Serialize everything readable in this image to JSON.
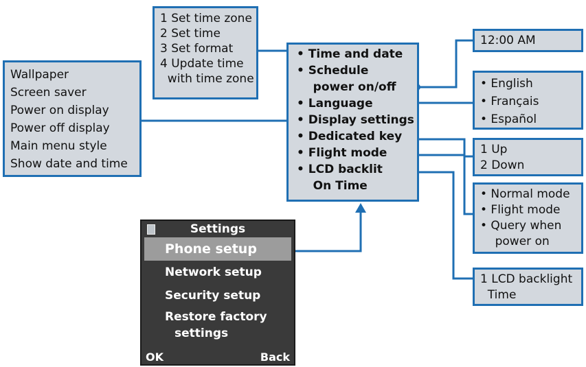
{
  "time_zone_box": {
    "lines": [
      "1 Set time zone",
      "2 Set time",
      "3 Set format",
      "4 Update time",
      "  with time zone"
    ]
  },
  "display_box": {
    "lines": [
      "Wallpaper",
      "Screen saver",
      "Power on display",
      "Power off display",
      "Main menu style",
      "Show date and time"
    ]
  },
  "menu_box": {
    "lines": [
      "• Time and date",
      "• Schedule",
      "    power on/off",
      "• Language",
      "• Display settings",
      "• Dedicated key",
      "• Flight mode",
      "• LCD backlit",
      "    On Time"
    ]
  },
  "time_box": {
    "text": "12:00 AM"
  },
  "language_box": {
    "lines": [
      "• English",
      "• Français",
      "• Español"
    ]
  },
  "dedicated_box": {
    "lines": [
      "1 Up",
      "2 Down"
    ]
  },
  "flight_box": {
    "lines": [
      "• Normal mode",
      "• Flight mode",
      "• Query when",
      "    power on"
    ]
  },
  "backlight_box": {
    "lines": [
      "1 LCD backlight",
      "  Time"
    ]
  },
  "phone": {
    "title": "Settings",
    "items": [
      "Phone setup",
      "Network setup",
      "Security setup",
      "Restore factory",
      "settings"
    ],
    "softkey_left": "OK",
    "softkey_right": "Back"
  },
  "colors": {
    "accent": "#1f6fb3",
    "box_fill": "#d3d8de",
    "phone_bg": "#3a3a3a",
    "selected": "#9c9c9c"
  }
}
